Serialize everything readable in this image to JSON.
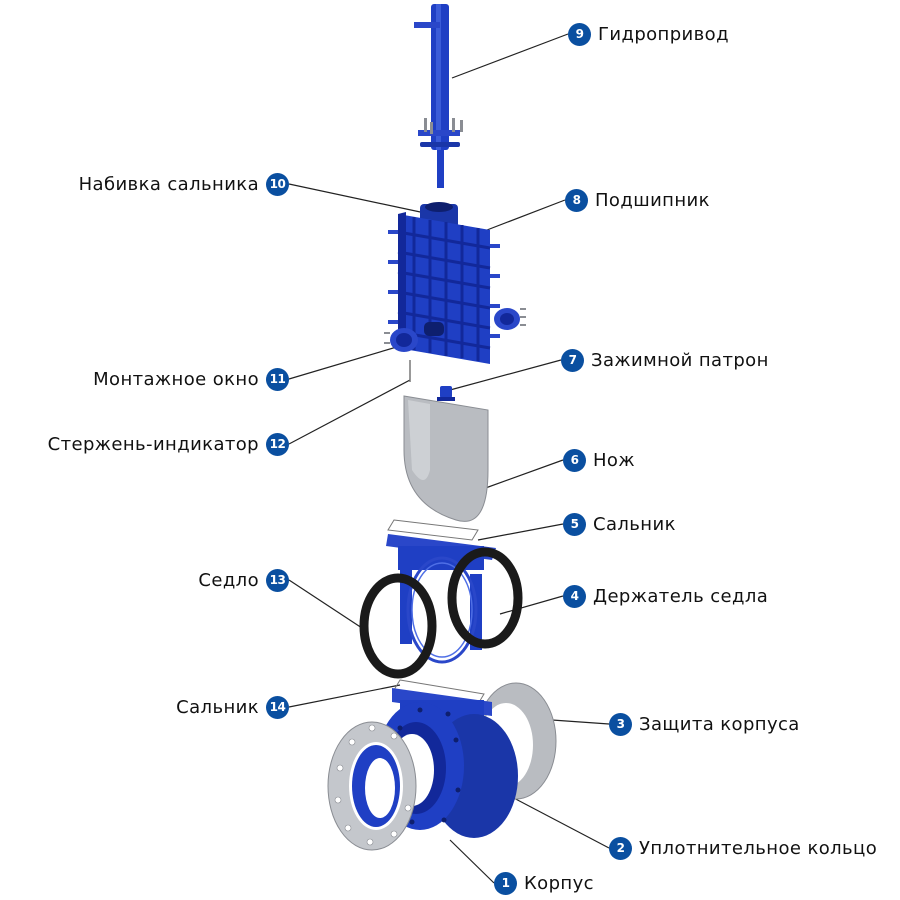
{
  "colors": {
    "body_blue": "#1f3fc4",
    "dark_blue": "#12289a",
    "badge": "#0a4fa0",
    "steel": "#b9bcc1",
    "rubber": "#1a1a1a"
  },
  "callouts": [
    {
      "num": "9",
      "text": "Гидропривод"
    },
    {
      "num": "10",
      "text": "Набивка сальника"
    },
    {
      "num": "8",
      "text": "Подшипник"
    },
    {
      "num": "11",
      "text": "Монтажное окно"
    },
    {
      "num": "7",
      "text": "Зажимной патрон"
    },
    {
      "num": "12",
      "text": "Стержень-индикатор"
    },
    {
      "num": "6",
      "text": "Нож"
    },
    {
      "num": "5",
      "text": "Сальник"
    },
    {
      "num": "13",
      "text": "Седло"
    },
    {
      "num": "4",
      "text": "Держатель седла"
    },
    {
      "num": "14",
      "text": "Сальник"
    },
    {
      "num": "3",
      "text": "Защита корпуса"
    },
    {
      "num": "2",
      "text": "Уплотнительное кольцо"
    },
    {
      "num": "1",
      "text": "Корпус"
    }
  ]
}
